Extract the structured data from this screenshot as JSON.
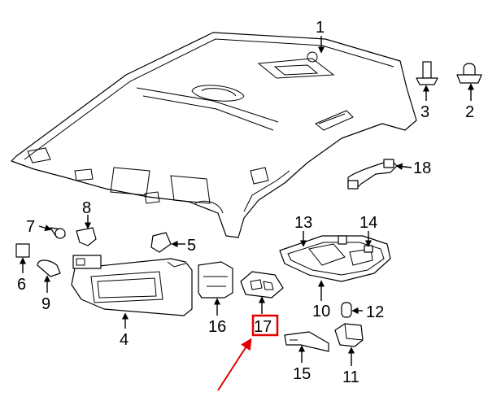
{
  "callouts": [
    {
      "id": "1",
      "label": "1"
    },
    {
      "id": "2",
      "label": "2"
    },
    {
      "id": "3",
      "label": "3"
    },
    {
      "id": "4",
      "label": "4"
    },
    {
      "id": "5",
      "label": "5"
    },
    {
      "id": "6",
      "label": "6"
    },
    {
      "id": "7",
      "label": "7"
    },
    {
      "id": "8",
      "label": "8"
    },
    {
      "id": "9",
      "label": "9"
    },
    {
      "id": "10",
      "label": "10"
    },
    {
      "id": "11",
      "label": "11"
    },
    {
      "id": "12",
      "label": "12"
    },
    {
      "id": "13",
      "label": "13"
    },
    {
      "id": "14",
      "label": "14"
    },
    {
      "id": "15",
      "label": "15"
    },
    {
      "id": "16",
      "label": "16"
    },
    {
      "id": "17",
      "label": "17"
    },
    {
      "id": "18",
      "label": "18"
    }
  ],
  "highlight": {
    "callout": "17",
    "box_color": "#e00000",
    "arrow_color": "#e00000"
  }
}
